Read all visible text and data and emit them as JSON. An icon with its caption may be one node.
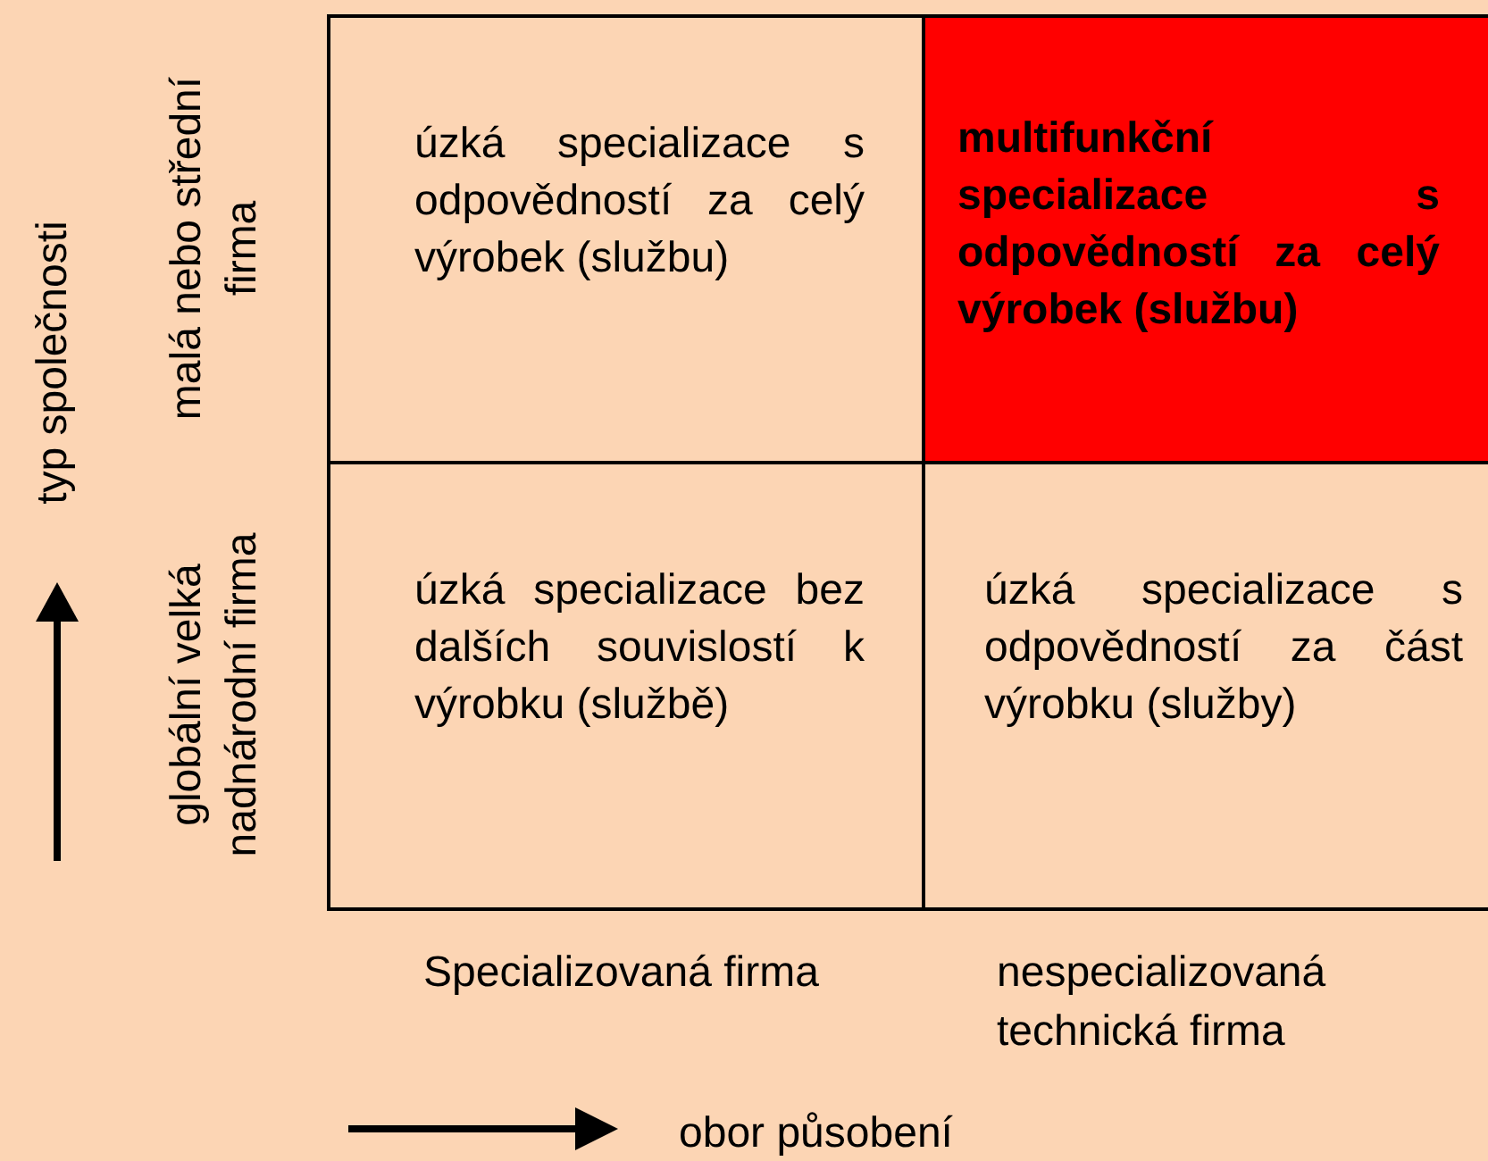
{
  "diagram": {
    "nodes": [
      {
        "text": [
          "úzká specializace s odpovědností za celý výrobek (službu)"
        ]
      },
      {
        "text": [
          "multifunkční specializace s odpovědností za celý výrobek (službu)"
        ]
      },
      {
        "text": [
          "úzká specializace bez dalších souvislostí k výrobku (službě)"
        ]
      },
      {
        "text": [
          "úzká specializace s odpovědností za část výrobku (služby)"
        ]
      }
    ],
    "labels": [
      "typ společnosti",
      "malá nebo střední firma",
      "globální velká nadnárodní firma",
      "Specializovaná firma",
      "nespecializovaná technická firma",
      "obor působení"
    ]
  }
}
